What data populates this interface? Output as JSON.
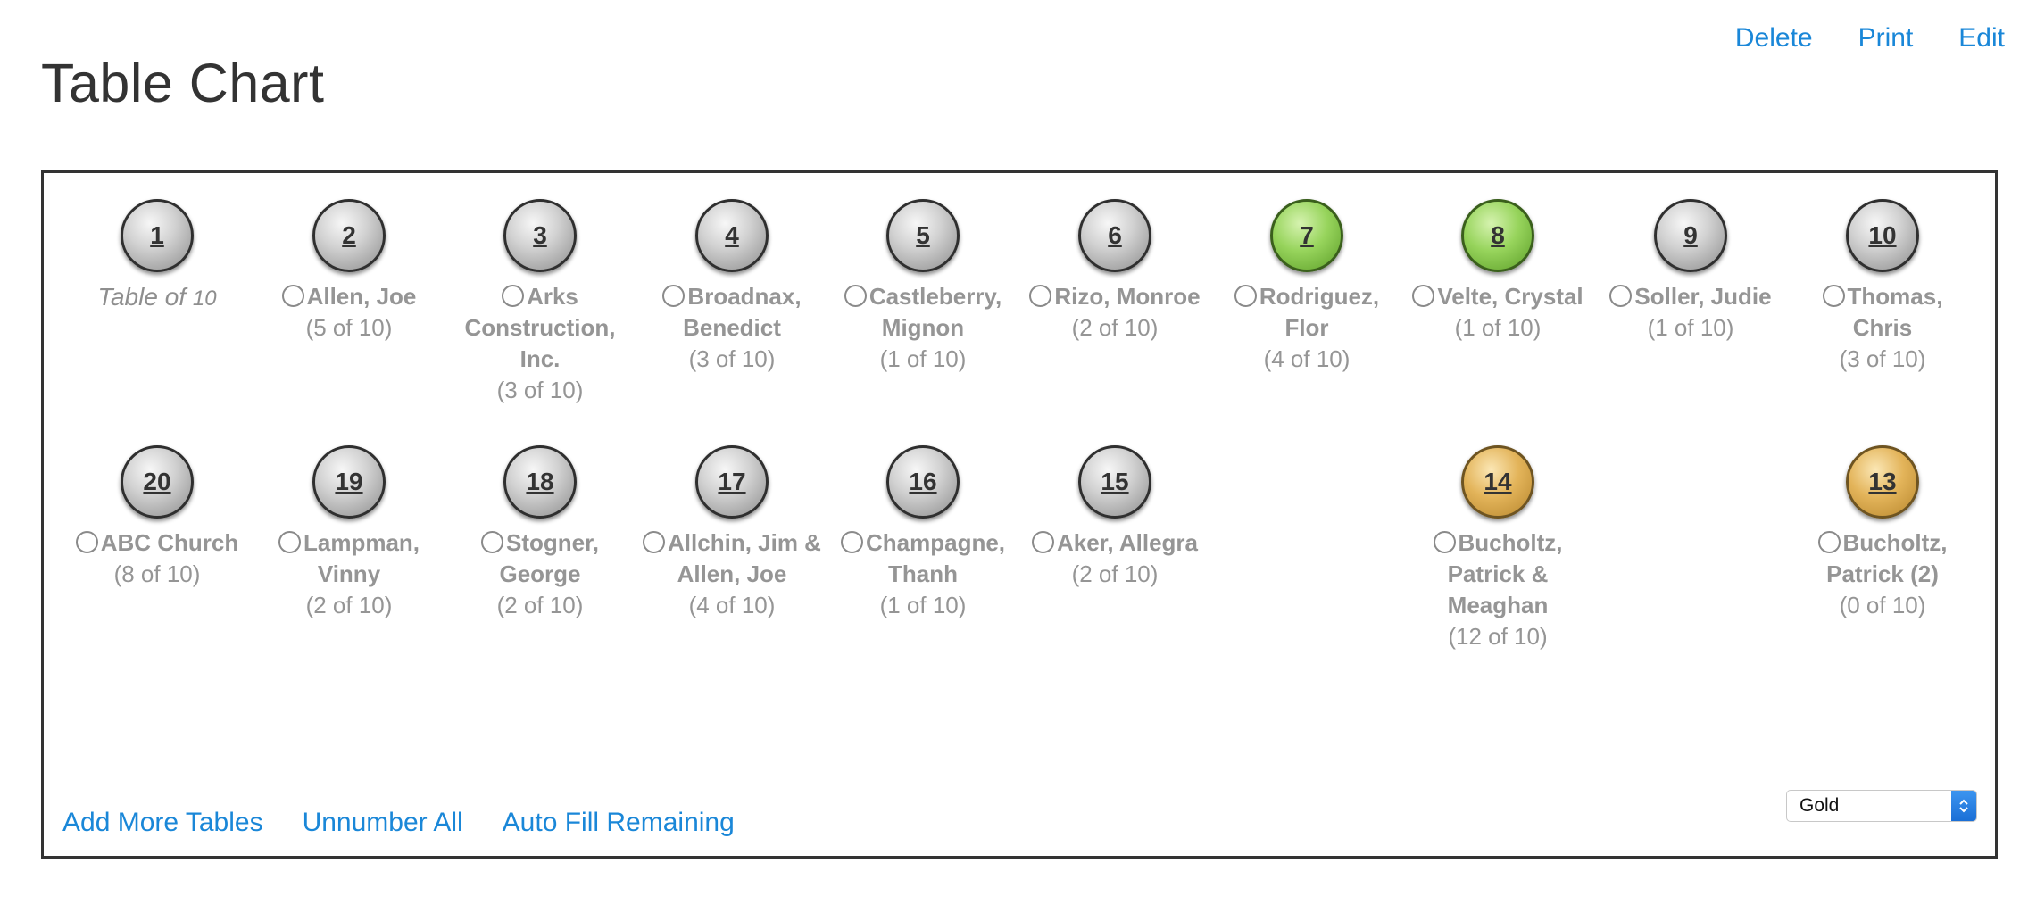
{
  "page": {
    "title": "Table Chart"
  },
  "actions": {
    "delete": "Delete",
    "print": "Print",
    "edit": "Edit"
  },
  "row1": [
    {
      "num": "1",
      "color": "silver",
      "type": "empty",
      "text_main": "Table of ",
      "text_cap": "10"
    },
    {
      "num": "2",
      "color": "silver",
      "name": "Allen, Joe",
      "count": "(5 of 10)"
    },
    {
      "num": "3",
      "color": "silver",
      "name": "Arks Construction, Inc.",
      "count": "(3 of 10)"
    },
    {
      "num": "4",
      "color": "silver",
      "name": "Broadnax, Benedict",
      "count": "(3 of 10)"
    },
    {
      "num": "5",
      "color": "silver",
      "name": "Castleberry, Mignon",
      "count": "(1 of 10)"
    },
    {
      "num": "6",
      "color": "silver",
      "name": "Rizo, Monroe",
      "count": "(2 of 10)"
    },
    {
      "num": "7",
      "color": "green",
      "name": "Rodriguez, Flor",
      "count": "(4 of 10)"
    },
    {
      "num": "8",
      "color": "green",
      "name": "Velte, Crystal",
      "count": "(1 of 10)"
    },
    {
      "num": "9",
      "color": "silver",
      "name": "Soller, Judie",
      "count": "(1 of 10)"
    },
    {
      "num": "10",
      "color": "silver",
      "name": "Thomas, Chris",
      "count": "(3 of 10)"
    }
  ],
  "row2": [
    {
      "num": "20",
      "color": "silver",
      "name": "ABC Church",
      "count": "(8 of 10)"
    },
    {
      "num": "19",
      "color": "silver",
      "name": "Lampman, Vinny",
      "count": "(2 of 10)"
    },
    {
      "num": "18",
      "color": "silver",
      "name": "Stogner, George",
      "count": "(2 of 10)"
    },
    {
      "num": "17",
      "color": "silver",
      "name": "Allchin, Jim & Allen, Joe",
      "count": "(4 of 10)"
    },
    {
      "num": "16",
      "color": "silver",
      "name": "Champagne, Thanh",
      "count": "(1 of 10)"
    },
    {
      "num": "15",
      "color": "silver",
      "name": "Aker, Allegra",
      "count": "(2 of 10)"
    },
    {
      "num": "14",
      "color": "gold",
      "name": "Bucholtz, Patrick & Meaghan",
      "count": "(12 of 10)"
    },
    {
      "num": "13",
      "color": "gold",
      "name": "Bucholtz, Patrick (2)",
      "count": "(0 of 10)"
    }
  ],
  "bottom": {
    "add_more": "Add More Tables",
    "unnumber": "Unnumber All",
    "auto_fill": "Auto Fill Remaining"
  },
  "color_select": {
    "value": "Gold"
  },
  "colors": {
    "link": "#1a87d8",
    "green": "#97d45c",
    "gold": "#e3b45a",
    "silver": "#c8c8c8"
  }
}
